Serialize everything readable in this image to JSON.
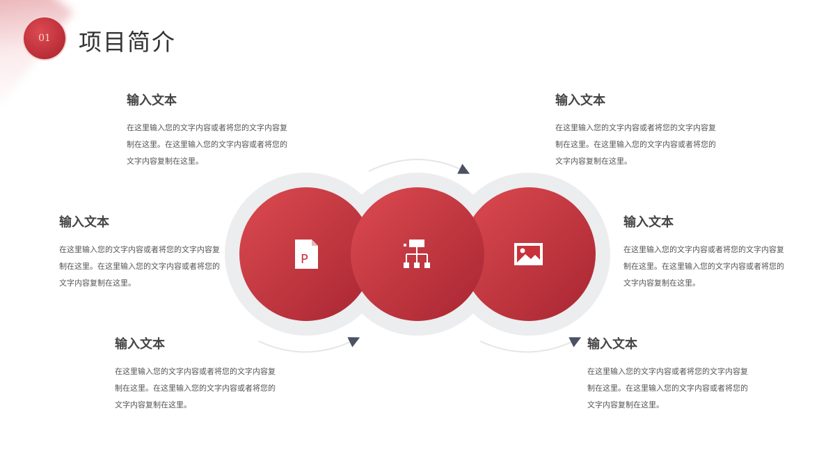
{
  "header": {
    "badge": "01",
    "title": "项目简介"
  },
  "blocks": [
    {
      "heading": "输入文本",
      "body": "在这里输入您的文字内容或者将您的文字内容复制在这里。在这里输入您的文字内容或者将您的文字内容复制在这里。"
    },
    {
      "heading": "输入文本",
      "body": "在这里输入您的文字内容或者将您的文字内容复制在这里。在这里输入您的文字内容或者将您的文字内容复制在这里。"
    },
    {
      "heading": "输入文本",
      "body": "在这里输入您的文字内容或者将您的文字内容复制在这里。在这里输入您的文字内容或者将您的文字内容复制在这里。"
    },
    {
      "heading": "输入文本",
      "body": "在这里输入您的文字内容或者将您的文字内容复制在这里。在这里输入您的文字内容或者将您的文字内容复制在这里。"
    },
    {
      "heading": "输入文本",
      "body": "在这里输入您的文字内容或者将您的文字内容复制在这里。在这里输入您的文字内容或者将您的文字内容复制在这里。"
    },
    {
      "heading": "输入文本",
      "body": "在这里输入您的文字内容或者将您的文字内容复制在这里。在这里输入您的文字内容或者将您的文字内容复制在这里。"
    }
  ],
  "circles": [
    {
      "icon": "presentation-file-icon",
      "glyph": "P"
    },
    {
      "icon": "org-chart-icon"
    },
    {
      "icon": "image-icon"
    }
  ],
  "colors": {
    "accent": "#c8323b",
    "accent_dark": "#a72530",
    "ring": "#ecedef",
    "arrow": "#4a5263"
  }
}
